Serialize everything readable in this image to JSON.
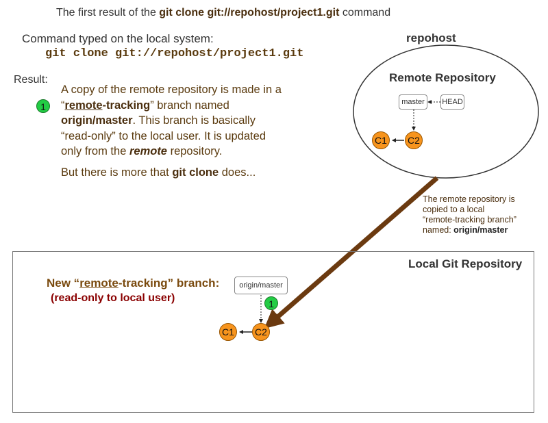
{
  "title": {
    "prefix": "The first result of the ",
    "command": "git clone git://repohost/project1.git",
    "suffix": "  command"
  },
  "command_section": {
    "label": "Command typed on the local system:",
    "command": "git clone git://repohost/project1.git"
  },
  "result": {
    "label": "Result:",
    "marker": "1",
    "line1": "A copy of the remote repository is made in a",
    "quote_open": "“",
    "remote_word": "remote",
    "tracking_word": "-tracking",
    "quote_close": "”",
    "branch_named": " branch named",
    "branch_name": "origin/master",
    "line3_rest": ".  This branch is basically",
    "line4": "“read-only” to the local user.  It is updated",
    "line5_prefix": "only from the ",
    "line5_remote": "remote",
    "line5_suffix": " repository."
  },
  "more": {
    "prefix": "But there is more that ",
    "command": "git clone",
    "suffix": " does..."
  },
  "remote": {
    "host_label": "repohost",
    "title": "Remote Repository",
    "master_label": "master",
    "head_label": "HEAD",
    "commits": [
      "C1",
      "C2"
    ]
  },
  "copy_note": {
    "line1": "The remote repository is",
    "line2": "copied to a local",
    "line3": "“remote-tracking branch”",
    "line4_prefix": "named: ",
    "line4_branch": "origin/master"
  },
  "local": {
    "title": "Local Git Repository",
    "new_branch_prefix": "New “",
    "new_branch_remote": "remote",
    "new_branch_suffix": "-tracking” branch:",
    "readonly": "(read-only to local user)",
    "branch_label": "origin/master",
    "marker": "1",
    "commits": [
      "C1",
      "C2"
    ]
  },
  "colors": {
    "commit_fill": "#f7941d",
    "marker_fill": "#22cc44",
    "arrow": "#6b3a10",
    "text_brown": "#5a3a0e",
    "readonly_red": "#8a0000"
  }
}
